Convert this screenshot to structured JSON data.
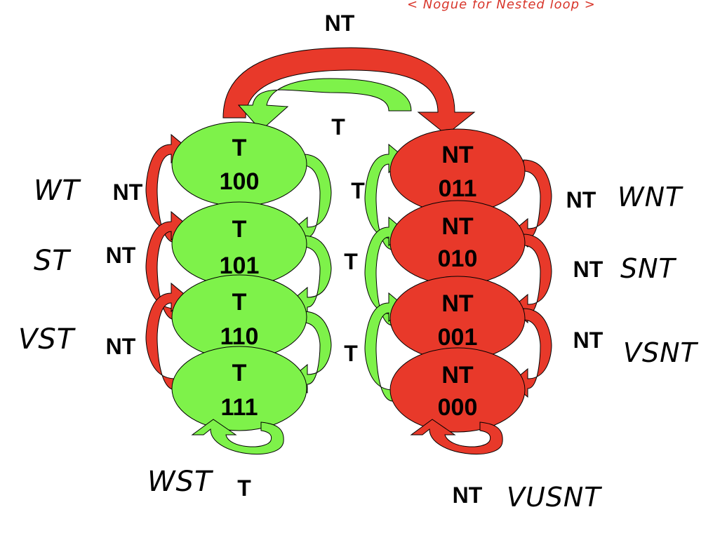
{
  "colors": {
    "taken": "#7ef24a",
    "not_taken": "#e8392a",
    "outline": "#000000",
    "annotation": "#d8352a"
  },
  "annotation_top": "< Nogue for Nested loop >",
  "top_transition_label": "NT",
  "middle_transition_label": "T",
  "states": [
    {
      "id": "s100",
      "side": "taken",
      "prediction": "T",
      "code": "100"
    },
    {
      "id": "s101",
      "side": "taken",
      "prediction": "T",
      "code": "101"
    },
    {
      "id": "s110",
      "side": "taken",
      "prediction": "T",
      "code": "110"
    },
    {
      "id": "s111",
      "side": "taken",
      "prediction": "T",
      "code": "111"
    },
    {
      "id": "s011",
      "side": "not_taken",
      "prediction": "NT",
      "code": "011"
    },
    {
      "id": "s010",
      "side": "not_taken",
      "prediction": "NT",
      "code": "010"
    },
    {
      "id": "s001",
      "side": "not_taken",
      "prediction": "NT",
      "code": "001"
    },
    {
      "id": "s000",
      "side": "not_taken",
      "prediction": "NT",
      "code": "000"
    }
  ],
  "left_edge_labels": [
    "NT",
    "NT",
    "NT"
  ],
  "left_handwritten": [
    "WT",
    "ST",
    "VST"
  ],
  "middle_edge_labels": [
    "T",
    "T",
    "T"
  ],
  "right_edge_labels": [
    "NT",
    "NT",
    "NT"
  ],
  "right_handwritten": [
    "WNT",
    "SNT",
    "VSNT"
  ],
  "bottom_left_label": "T",
  "bottom_left_handwritten": "WST",
  "bottom_right_label": "NT",
  "bottom_right_handwritten": "VUSNT"
}
